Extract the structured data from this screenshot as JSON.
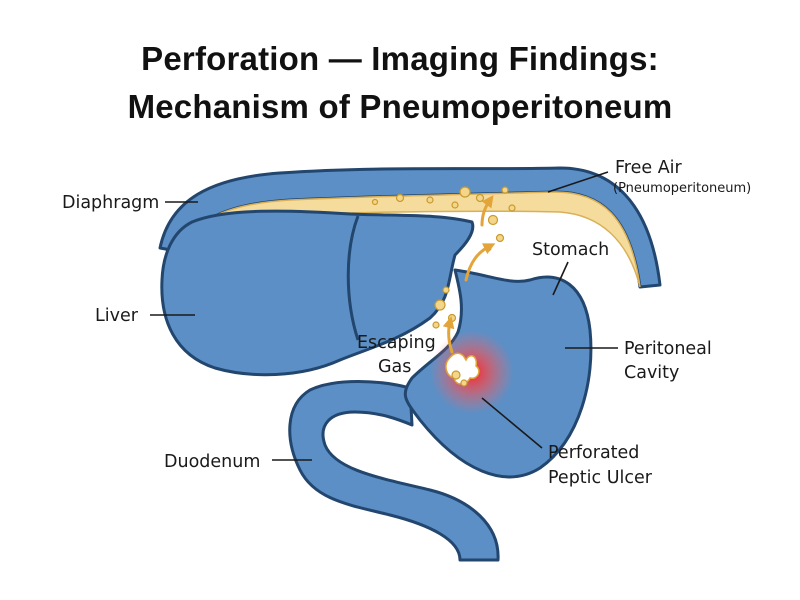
{
  "title": {
    "line1": "Perforation — Imaging Findings:",
    "line2": "Mechanism of Pneumoperitoneum"
  },
  "labels": {
    "diaphragm": "Diaphragm",
    "free_air": "Free Air",
    "free_air_sub": "(Pneumoperitoneum)",
    "stomach": "Stomach",
    "liver": "Liver",
    "escaping_gas_1": "Escaping",
    "escaping_gas_2": "Gas",
    "peritoneal_1": "Peritoneal",
    "peritoneal_2": "Cavity",
    "duodenum": "Duodenum",
    "ulcer_1": "Perforated",
    "ulcer_2": "Peptic Ulcer"
  },
  "colors": {
    "organ_fill": "#5b8fc6",
    "organ_stroke": "#22466e",
    "free_air": "#f5dc9c",
    "gas_arrow": "#e3a43a",
    "ulcer_glow": "#ff2d2d"
  }
}
